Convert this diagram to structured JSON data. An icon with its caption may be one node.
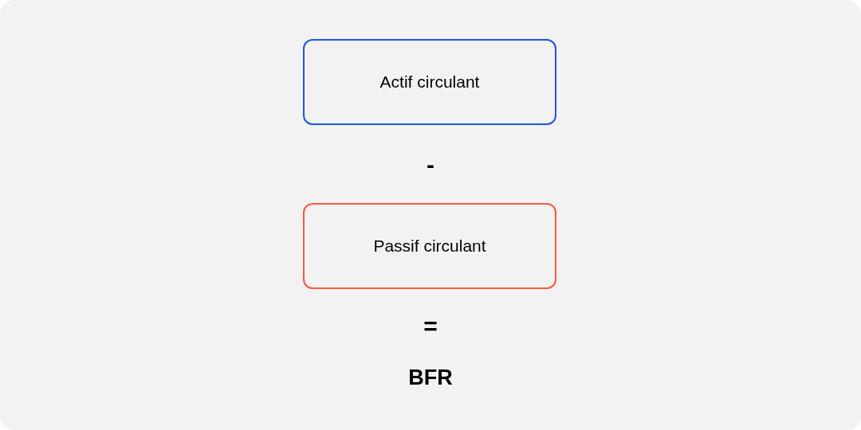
{
  "diagram": {
    "nodes": [
      {
        "text": [
          "Actif circulant"
        ]
      },
      {
        "text": [
          "Passif circulant"
        ]
      }
    ],
    "labels": [
      "-",
      "=",
      "BFR"
    ]
  }
}
